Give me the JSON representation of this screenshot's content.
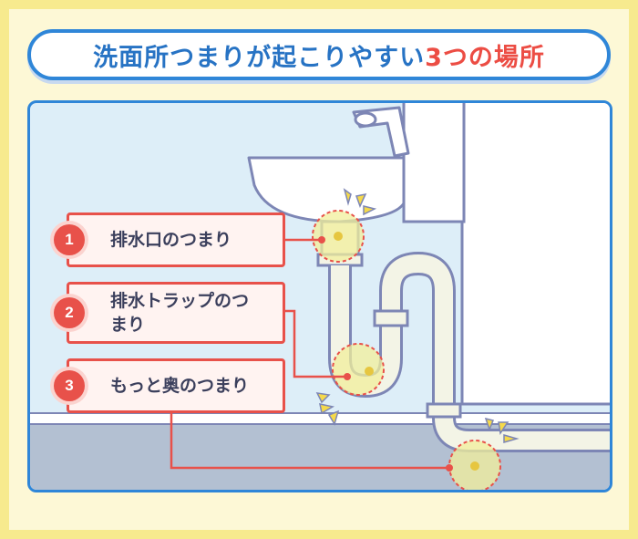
{
  "title": {
    "main": "洗面所つまりが起こりやすい",
    "accent": "3つの場所"
  },
  "callouts": [
    {
      "number": "1",
      "label": "排水口のつまり"
    },
    {
      "number": "2",
      "label": "排水トラップのつまり"
    },
    {
      "number": "3",
      "label": "もっと奥のつまり"
    }
  ],
  "colors": {
    "frame": "#f7ea8e",
    "title_border": "#2f86d8",
    "title_text": "#2773c4",
    "accent": "#ec4d44",
    "panel_bg": "#ddeef8",
    "callout_border": "#e8514a",
    "pipe": "#f3f4e6",
    "pipe_outline": "#7d86b5",
    "highlight": "#f2ef9b"
  }
}
